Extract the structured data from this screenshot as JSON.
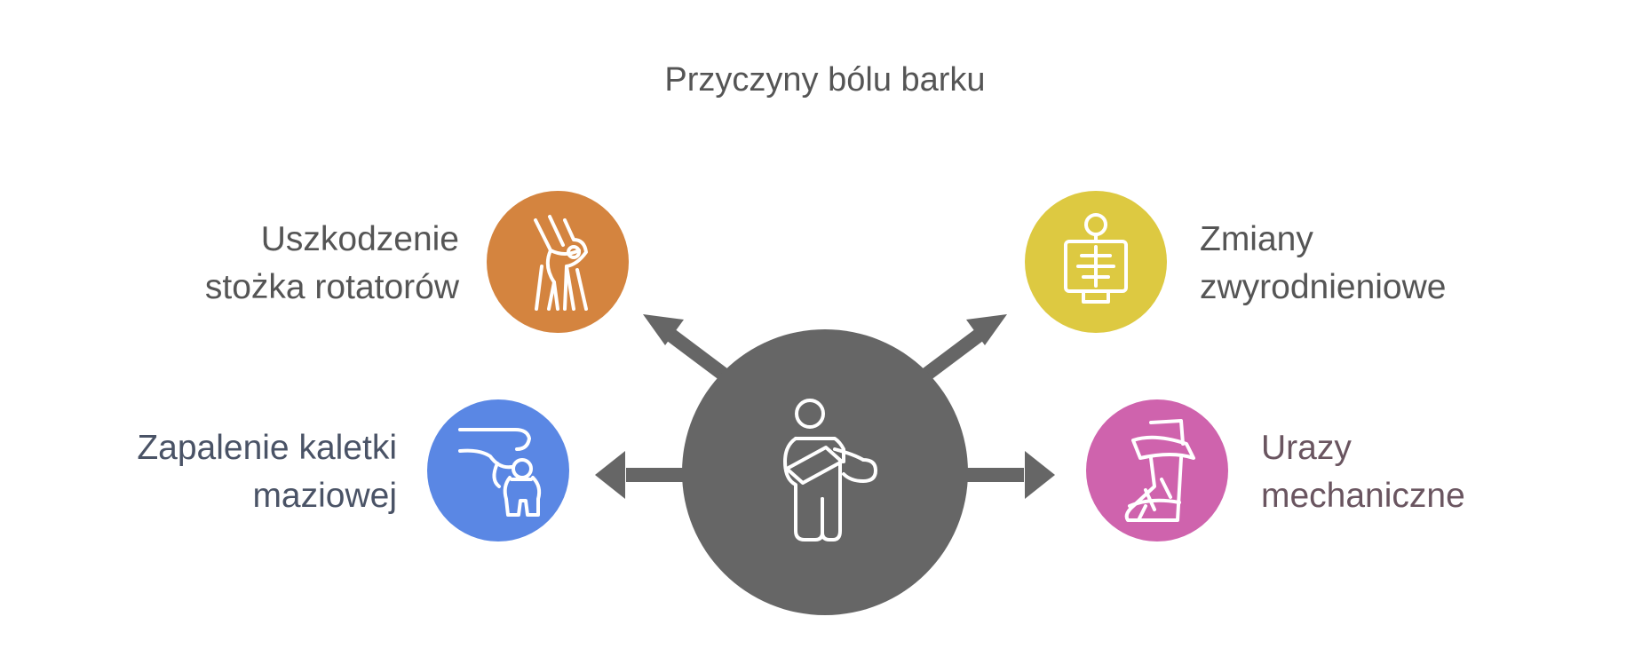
{
  "title": "Przyczyny bólu barku",
  "center": {
    "icon": "injured-person-sling-icon",
    "color": "#666666"
  },
  "causes": [
    {
      "id": "rotator-cuff",
      "lines": [
        "Uszkodzenie",
        "stożka rotatorów"
      ],
      "icon": "knee-joint-icon",
      "color": "#d4843f",
      "text_color": "#555555"
    },
    {
      "id": "degenerative",
      "lines": [
        "Zmiany",
        "zwyrodnieniowe"
      ],
      "icon": "xray-skeleton-icon",
      "color": "#ddc941",
      "text_color": "#555555"
    },
    {
      "id": "bursitis",
      "lines": [
        "Zapalenie kaletki",
        "maziowej"
      ],
      "icon": "shoulder-pain-icon",
      "color": "#5a87e4",
      "text_color": "#4a5366"
    },
    {
      "id": "trauma",
      "lines": [
        "Urazy",
        "mechaniczne"
      ],
      "icon": "bandaged-limb-icon",
      "color": "#cf63ad",
      "text_color": "#6a5560"
    }
  ]
}
